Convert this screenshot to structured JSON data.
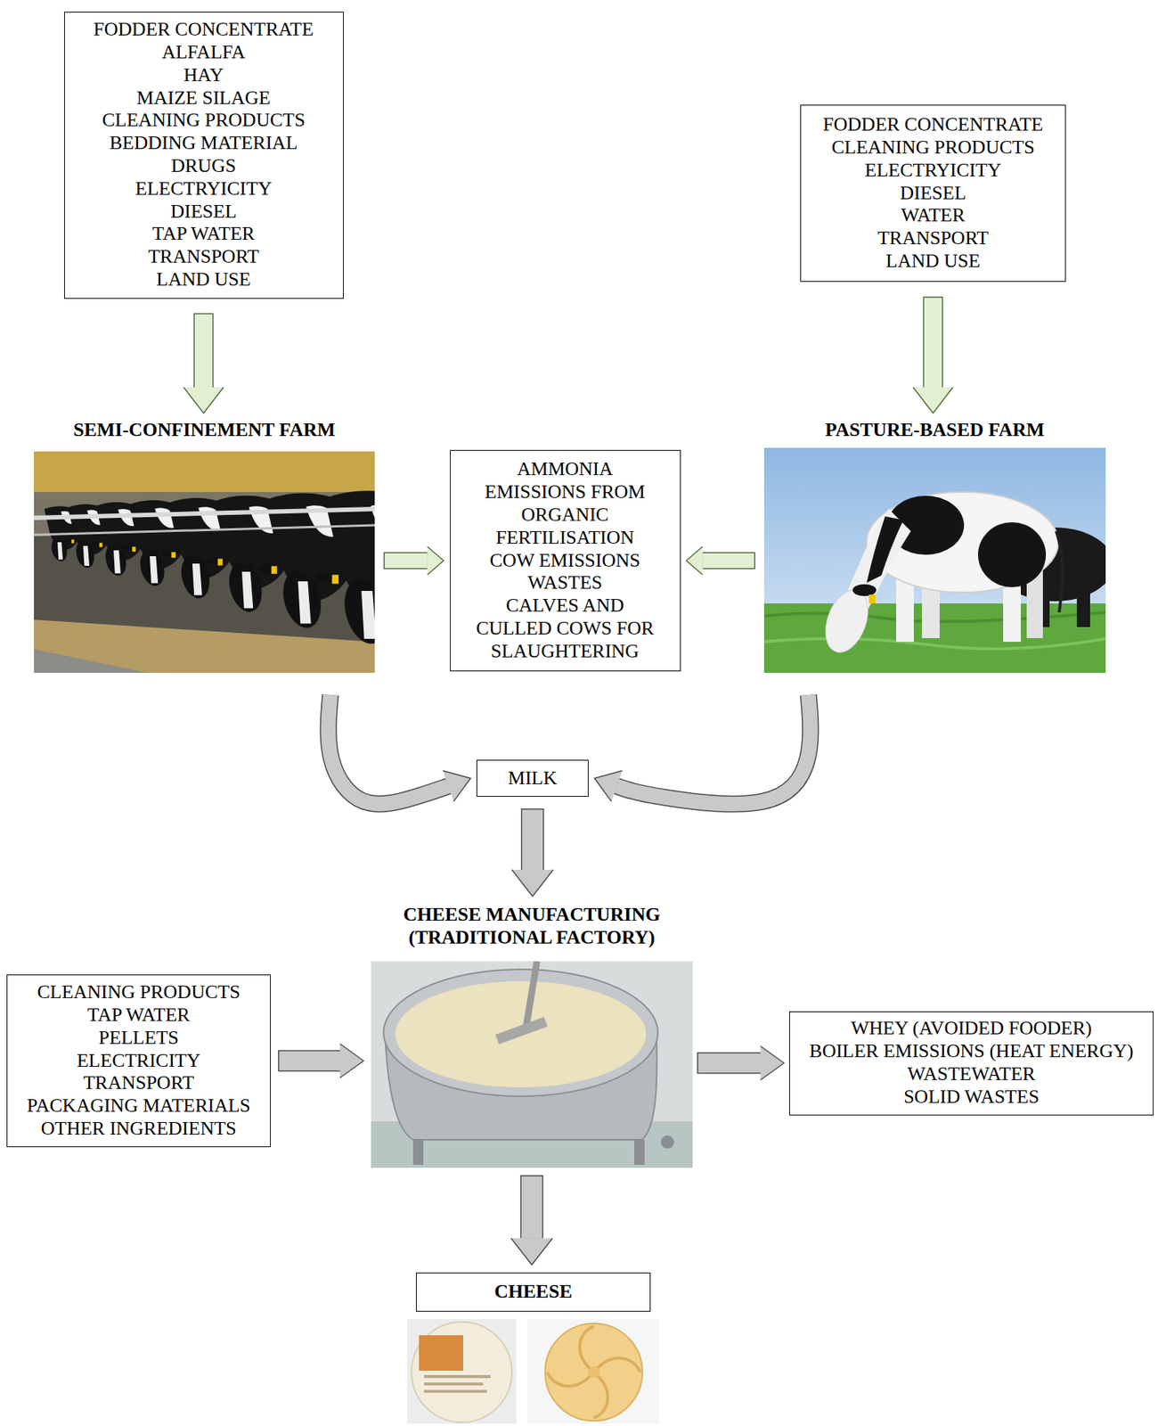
{
  "diagram": {
    "nodes": [
      {
        "text": [
          "FODDER CONCENTRATE",
          "ALFALFA",
          "HAY",
          "MAIZE SILAGE",
          "CLEANING PRODUCTS",
          "BEDDING MATERIAL",
          "DRUGS",
          "ELECTRYICITY",
          "DIESEL",
          "TAP WATER",
          "TRANSPORT",
          "LAND USE"
        ]
      },
      {
        "text": [
          "FODDER CONCENTRATE",
          "CLEANING PRODUCTS",
          "ELECTRYICITY",
          "DIESEL",
          "WATER",
          "TRANSPORT",
          "LAND USE"
        ]
      },
      {
        "text": [
          "SEMI-CONFINEMENT FARM"
        ]
      },
      {
        "text": [
          "AMMONIA EMISSIONS FROM ORGANIC FERTILISATION",
          "COW EMISSIONS",
          "WASTES",
          "CALVES AND CULLED COWS FOR SLAUGHTERING"
        ]
      },
      {
        "text": [
          "PASTURE-BASED FARM"
        ]
      },
      {
        "text": [
          "MILK"
        ]
      },
      {
        "text": [
          "CHEESE MANUFACTURING (TRADITIONAL FACTORY)"
        ]
      },
      {
        "text": [
          "CLEANING PRODUCTS",
          "TAP WATER",
          "PELLETS",
          "ELECTRICITY",
          "TRANSPORT",
          "PACKAGING MATERIALS",
          "OTHER INGREDIENTS"
        ]
      },
      {
        "text": [
          "WHEY (AVOIDED FOODER)",
          "BOILER EMISSIONS (HEAT ENERGY)",
          "WASTEWATER",
          "SOLID WASTES"
        ]
      },
      {
        "text": [
          "CHEESE"
        ]
      }
    ],
    "edges": [
      {
        "from": 0,
        "to": 2,
        "arrow": "to"
      },
      {
        "from": 1,
        "to": 4,
        "arrow": "to"
      },
      {
        "from": 2,
        "to": 3,
        "arrow": "to"
      },
      {
        "from": 4,
        "to": 3,
        "arrow": "to"
      },
      {
        "from": 2,
        "to": 5,
        "arrow": "to"
      },
      {
        "from": 4,
        "to": 5,
        "arrow": "to"
      },
      {
        "from": 5,
        "to": 6,
        "arrow": "to"
      },
      {
        "from": 7,
        "to": 6,
        "arrow": "to"
      },
      {
        "from": 6,
        "to": 8,
        "arrow": "to"
      },
      {
        "from": 6,
        "to": 9,
        "arrow": "to"
      }
    ]
  }
}
